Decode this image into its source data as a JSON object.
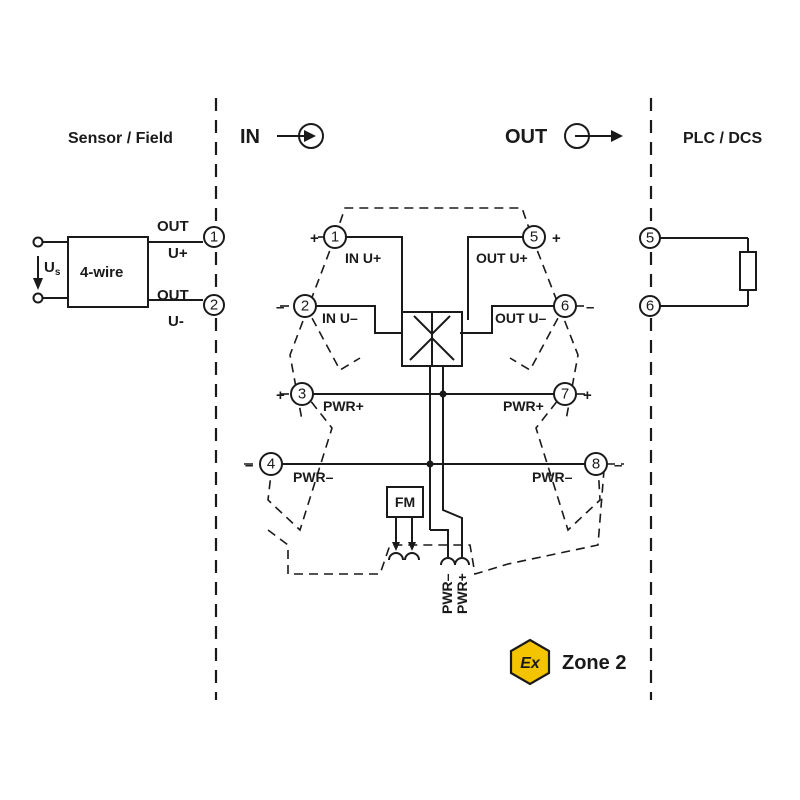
{
  "headers": {
    "sensor_field": "Sensor / Field",
    "in": "IN",
    "out": "OUT",
    "plc_dcs": "PLC / DCS"
  },
  "sensor": {
    "box_label": "4-wire",
    "us_label": "U",
    "us_sub": "s",
    "out_top": "OUT",
    "u_plus": "U+",
    "out_bottom": "OUT",
    "u_minus": "U-"
  },
  "terminals": {
    "t1": "1",
    "t2": "2",
    "t3": "3",
    "t4": "4",
    "t5": "5",
    "t6": "6",
    "t7": "7",
    "t8": "8",
    "plc5": "5",
    "plc6": "6",
    "field1": "1",
    "field2": "2"
  },
  "module_labels": {
    "in_u_plus": "IN U+",
    "in_u_minus": "IN U–",
    "out_u_plus": "OUT U+",
    "out_u_minus": "OUT U–",
    "pwr_plus_left": "PWR+",
    "pwr_minus_left": "PWR–",
    "pwr_plus_right": "PWR+",
    "pwr_minus_right": "PWR–",
    "fm": "FM",
    "bus_pwr_minus": "PWR–",
    "bus_pwr_plus": "PWR+"
  },
  "polarity": {
    "plus": "+",
    "minus": "–"
  },
  "zone": {
    "ex_symbol": "Ex",
    "label": "Zone 2",
    "badge_color": "#f5c400"
  }
}
